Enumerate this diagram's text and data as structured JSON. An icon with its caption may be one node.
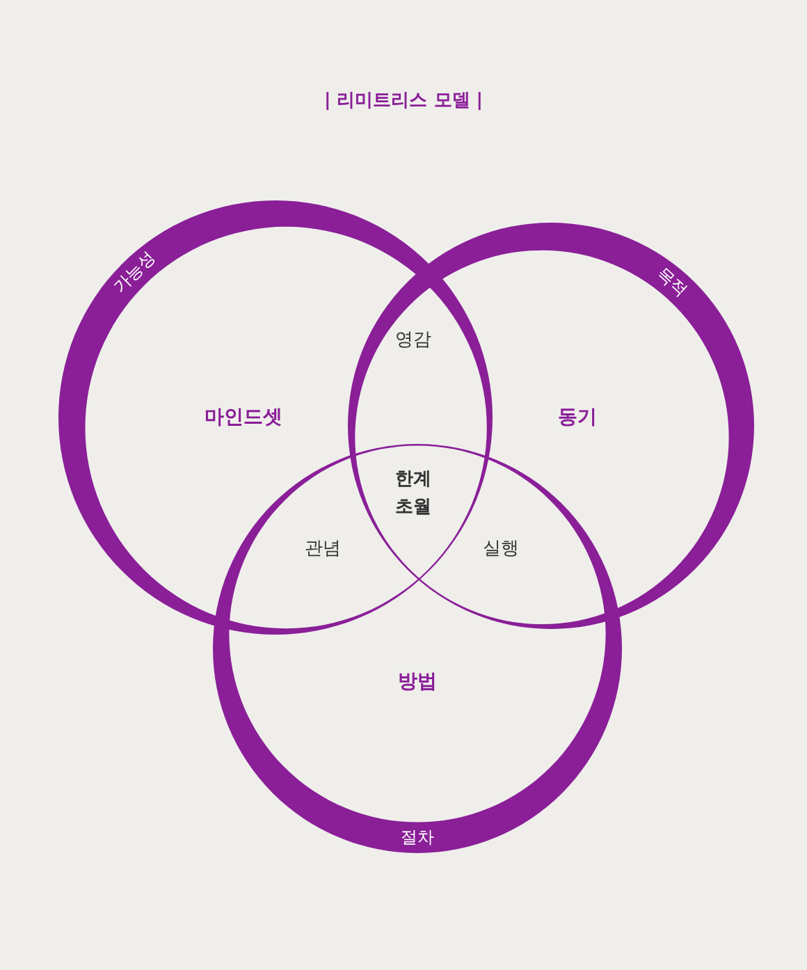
{
  "diagram": {
    "title": "| 리미트리스 모델 |",
    "nodes": [
      {
        "text": [
          "가능성",
          "마인드셋"
        ]
      },
      {
        "text": [
          "목적",
          "동기"
        ]
      },
      {
        "text": [
          "방법",
          "절차"
        ]
      }
    ],
    "labels": [
      "영감",
      "한계 초월",
      "관념",
      "실행"
    ]
  }
}
